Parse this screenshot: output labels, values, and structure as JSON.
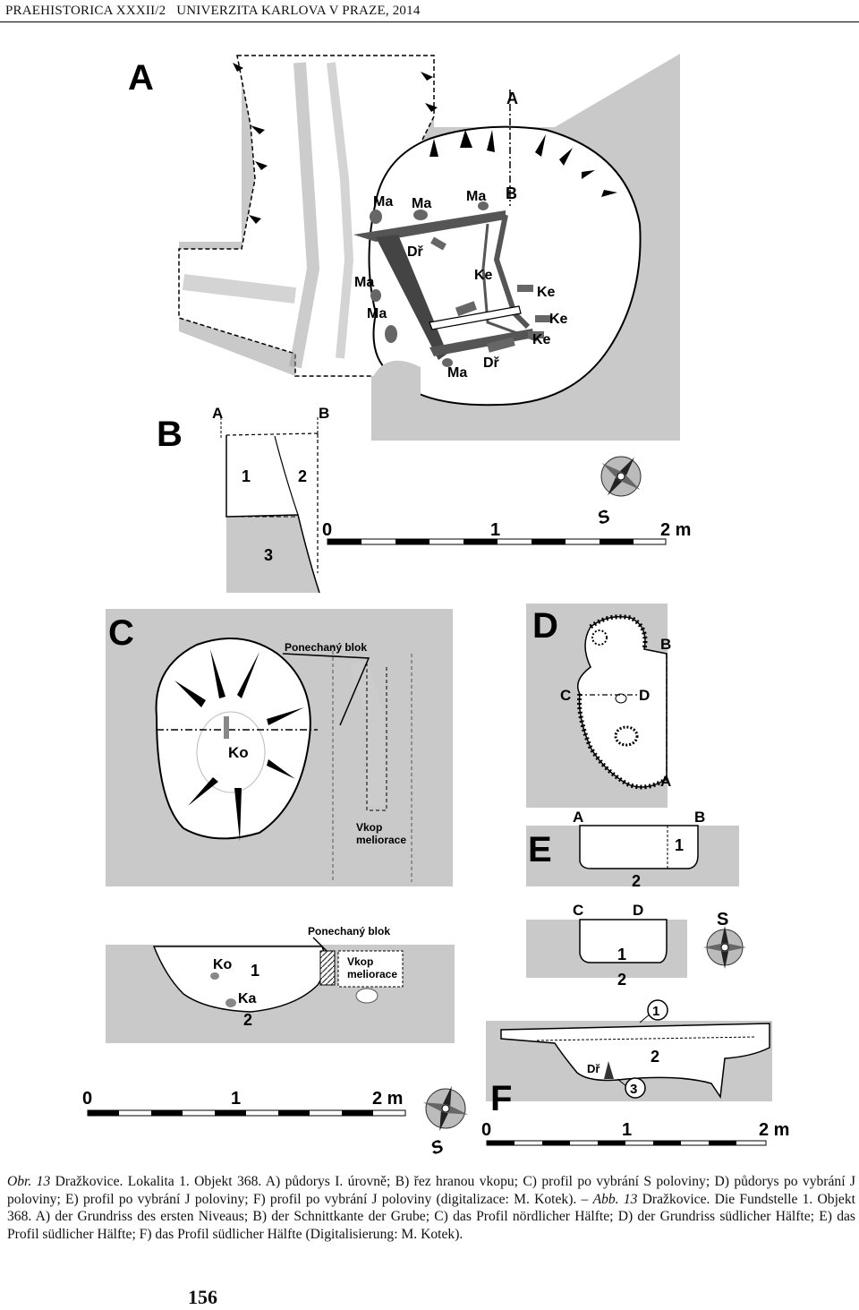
{
  "header": {
    "journal": "PRAEHISTORICA XXXII/2",
    "publisher": "UNIVERZITA KARLOVA V PRAZE, 2014"
  },
  "figure": {
    "panel_labels": {
      "A": "A",
      "B": "B",
      "C": "C",
      "D": "D",
      "E": "E",
      "F": "F"
    },
    "plan_a": {
      "section_labels": [
        "A",
        "B"
      ],
      "finds": [
        {
          "label": "Ma"
        },
        {
          "label": "Ma"
        },
        {
          "label": "Ma"
        },
        {
          "label": "Dř"
        },
        {
          "label": "Ma"
        },
        {
          "label": "Ma"
        },
        {
          "label": "Ke"
        },
        {
          "label": "Ke"
        },
        {
          "label": "Ke"
        },
        {
          "label": "Ke"
        },
        {
          "label": "Ma"
        },
        {
          "label": "Dř"
        }
      ]
    },
    "section_b": {
      "ends": [
        "A",
        "B"
      ],
      "layers": [
        "1",
        "2",
        "3"
      ]
    },
    "profile_c": {
      "block_label": "Ponechaný blok",
      "trench_label_1": "Vkop",
      "trench_label_2": "meliorace",
      "find": "Ko",
      "lower": {
        "block_label": "Ponechaný blok",
        "trench_label_1": "Vkop",
        "trench_label_2": "meliorace",
        "finds": [
          "Ko",
          "Ka"
        ],
        "layers": [
          "1",
          "2"
        ]
      }
    },
    "plan_d": {
      "labels": [
        "B",
        "C",
        "D",
        "A"
      ]
    },
    "profile_e": {
      "upper": {
        "ends": [
          "A",
          "B"
        ],
        "layers": [
          "1",
          "2"
        ]
      },
      "lower": {
        "ends": [
          "C",
          "D"
        ],
        "layers": [
          "1",
          "2"
        ]
      }
    },
    "profile_f": {
      "layers": [
        "1",
        "2",
        "3"
      ],
      "find": "Dř"
    },
    "compass": {
      "north_label": "S",
      "icon": "compass-rose-icon"
    },
    "scale_bars": [
      {
        "labels": [
          "0",
          "1",
          "2 m"
        ]
      },
      {
        "labels": [
          "0",
          "1",
          "2 m"
        ]
      },
      {
        "labels": [
          "0",
          "1",
          "2 m"
        ]
      }
    ]
  },
  "caption": {
    "cz_fig_label": "Obr.",
    "cz_fig_num": "13",
    "cz_text": "Dražkovice. Lokalita 1. Objekt 368. A) půdorys I. úrovně; B) řez hranou vkopu; C) profil po vybrání S poloviny; D) půdorys po vybrání J poloviny; E) profil po vybrání J poloviny; F) profil po vybrání J poloviny (digitalizace: M. Kotek). –",
    "de_fig_label": "Abb.",
    "de_fig_num": "13",
    "de_text": "Dražkovice. Die Fundstelle 1. Objekt 368. A) der Grundriss des ersten Niveaus; B) der Schnittkante der Grube; C) das Profil nördlicher Hälfte; D) der Grundriss südlicher Hälfte; E) das Profil südlicher Hälfte; F) das Profil südlicher Hälfte (Digitalisierung: M. Kotek)."
  },
  "page_number": "156"
}
